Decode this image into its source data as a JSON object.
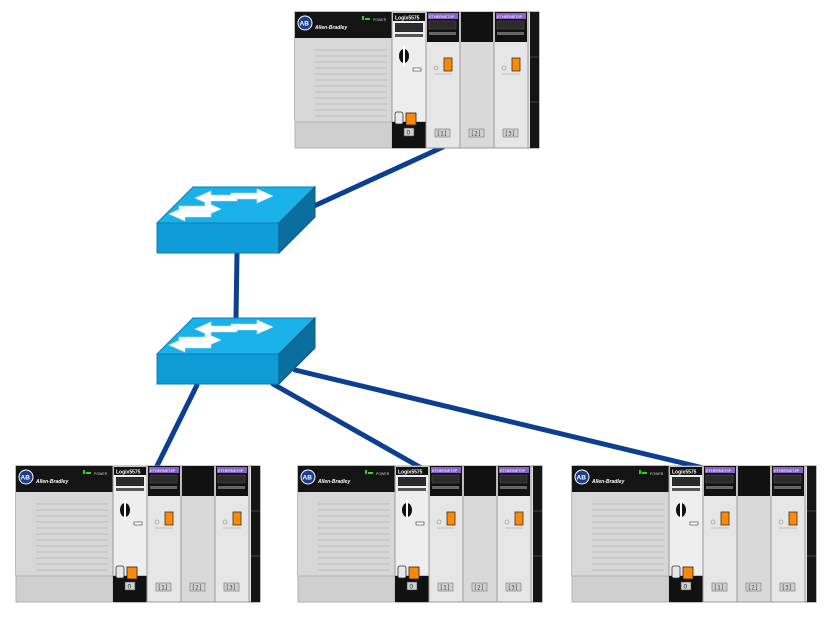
{
  "colors": {
    "link": "#0b3f91",
    "switch_top": "#1ab0e8",
    "switch_front": "#0e9bd6",
    "switch_side": "#0a6f9e",
    "chassis_gray": "#dcdcdc",
    "power_led": "#35d02a",
    "ethernet_tag": "#8b62c8",
    "fault_orange": "#ff8a00"
  },
  "switches": [
    {
      "id": "upper-switch",
      "icon": "network-switch-icon"
    },
    {
      "id": "lower-switch",
      "icon": "network-switch-icon"
    }
  ],
  "racks": [
    {
      "id": "rack-top",
      "brand_logo": "AB",
      "brand": "Allen-Bradley",
      "power_label": "POWER",
      "controller": "Logix5575",
      "modules": [
        {
          "tag": "ETHERNET/IP",
          "slot": "[1]"
        },
        {
          "tag": "",
          "slot": "[2]"
        },
        {
          "tag": "ETHERNET/IP",
          "slot": "[3]"
        }
      ],
      "controller_slot": "0"
    },
    {
      "id": "rack-bottom-left",
      "brand_logo": "AB",
      "brand": "Allen-Bradley",
      "power_label": "POWER",
      "controller": "Logix5575",
      "modules": [
        {
          "tag": "ETHERNET/IP",
          "slot": "[1]"
        },
        {
          "tag": "",
          "slot": "[2]"
        },
        {
          "tag": "ETHERNET/IP",
          "slot": "[3]"
        }
      ],
      "controller_slot": "0"
    },
    {
      "id": "rack-bottom-middle",
      "brand_logo": "AB",
      "brand": "Allen-Bradley",
      "power_label": "POWER",
      "controller": "Logix5575",
      "modules": [
        {
          "tag": "ETHERNET/IP",
          "slot": "[1]"
        },
        {
          "tag": "",
          "slot": "[2]"
        },
        {
          "tag": "ETHERNET/IP",
          "slot": "[3]"
        }
      ],
      "controller_slot": "0"
    },
    {
      "id": "rack-bottom-right",
      "brand_logo": "AB",
      "brand": "Allen-Bradley",
      "power_label": "POWER",
      "controller": "Logix5575",
      "modules": [
        {
          "tag": "ETHERNET/IP",
          "slot": "[1]"
        },
        {
          "tag": "",
          "slot": "[2]"
        },
        {
          "tag": "ETHERNET/IP",
          "slot": "[3]"
        }
      ],
      "controller_slot": "0"
    }
  ],
  "links": [
    {
      "from": "rack-top",
      "to": "upper-switch"
    },
    {
      "from": "upper-switch",
      "to": "lower-switch"
    },
    {
      "from": "lower-switch",
      "to": "rack-bottom-left"
    },
    {
      "from": "lower-switch",
      "to": "rack-bottom-middle"
    },
    {
      "from": "lower-switch",
      "to": "rack-bottom-right"
    }
  ]
}
